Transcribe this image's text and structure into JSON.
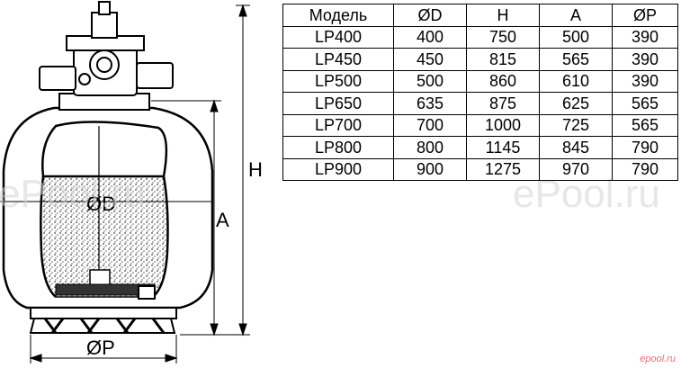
{
  "diagram": {
    "dim_h": "H",
    "dim_a": "A",
    "dim_od": "ØD",
    "dim_op": "ØP"
  },
  "table": {
    "headers": [
      "Модель",
      "ØD",
      "H",
      "A",
      "ØP"
    ],
    "rows": [
      [
        "LP400",
        "400",
        "750",
        "500",
        "390"
      ],
      [
        "LP450",
        "450",
        "815",
        "565",
        "390"
      ],
      [
        "LP500",
        "500",
        "860",
        "610",
        "390"
      ],
      [
        "LP650",
        "635",
        "875",
        "625",
        "565"
      ],
      [
        "LP700",
        "700",
        "1000",
        "725",
        "565"
      ],
      [
        "LP800",
        "800",
        "1145",
        "845",
        "790"
      ],
      [
        "LP900",
        "900",
        "1275",
        "970",
        "790"
      ]
    ]
  },
  "watermark": "ePool.ru",
  "brand_logo": "epool.ru"
}
